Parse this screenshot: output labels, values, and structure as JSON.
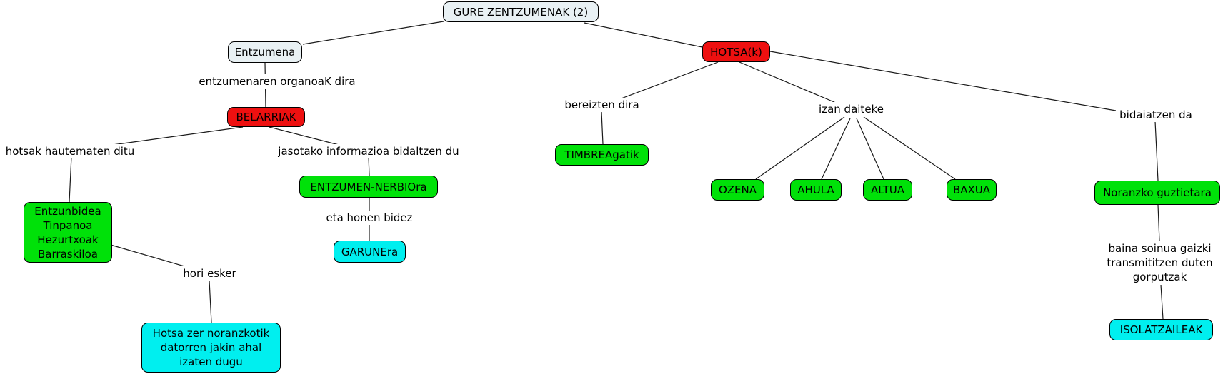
{
  "title": "GURE ZENTZUMENAK (2)",
  "colors": {
    "concept_light": "#e9f1f4",
    "concept_red": "#ee1010",
    "concept_green": "#00e109",
    "concept_cyan": "#00efef",
    "line": "#1a1a1a",
    "background": "#ffffff"
  },
  "concepts": {
    "root": "GURE ZENTZUMENAK (2)",
    "entzumena": "Entzumena",
    "belarriak": "BELARRIAK",
    "entzunbidea": "Entzunbidea\nTinpanoa\nHezurtxoak\nBarraskiloa",
    "hotsa_noranzkotik": "Hotsa zer noranzkotik\ndatorren jakin ahal\nizaten dugu",
    "entzumen_nerbioa": "ENTZUMEN-NERBIOra",
    "garunera": "GARUNEra",
    "hotsak": "HOTSA(k)",
    "timbreagatik": "TIMBREAgatik",
    "ozena": "OZENA",
    "ahula": "AHULA",
    "altua": "ALTUA",
    "baxua": "BAXUA",
    "noranzko_guztietara": "Noranzko guztietara",
    "isolatzaileak": "ISOLATZAILEAK"
  },
  "linking_phrases": {
    "organoak": "entzumenaren organoaK dira",
    "hautematen": "hotsak hautematen ditu",
    "bidaltzen": "jasotako informazioa bidaltzen du",
    "honen_bidez": "eta honen bidez",
    "hori_esker": "hori esker",
    "bereizten": "bereizten dira",
    "izan_daiteke": "izan daiteke",
    "bidaiatzen": "bidaiatzen da",
    "baina_soinua": "baina soinua gaizki\ntransmititzen duten\ngorputzak"
  }
}
